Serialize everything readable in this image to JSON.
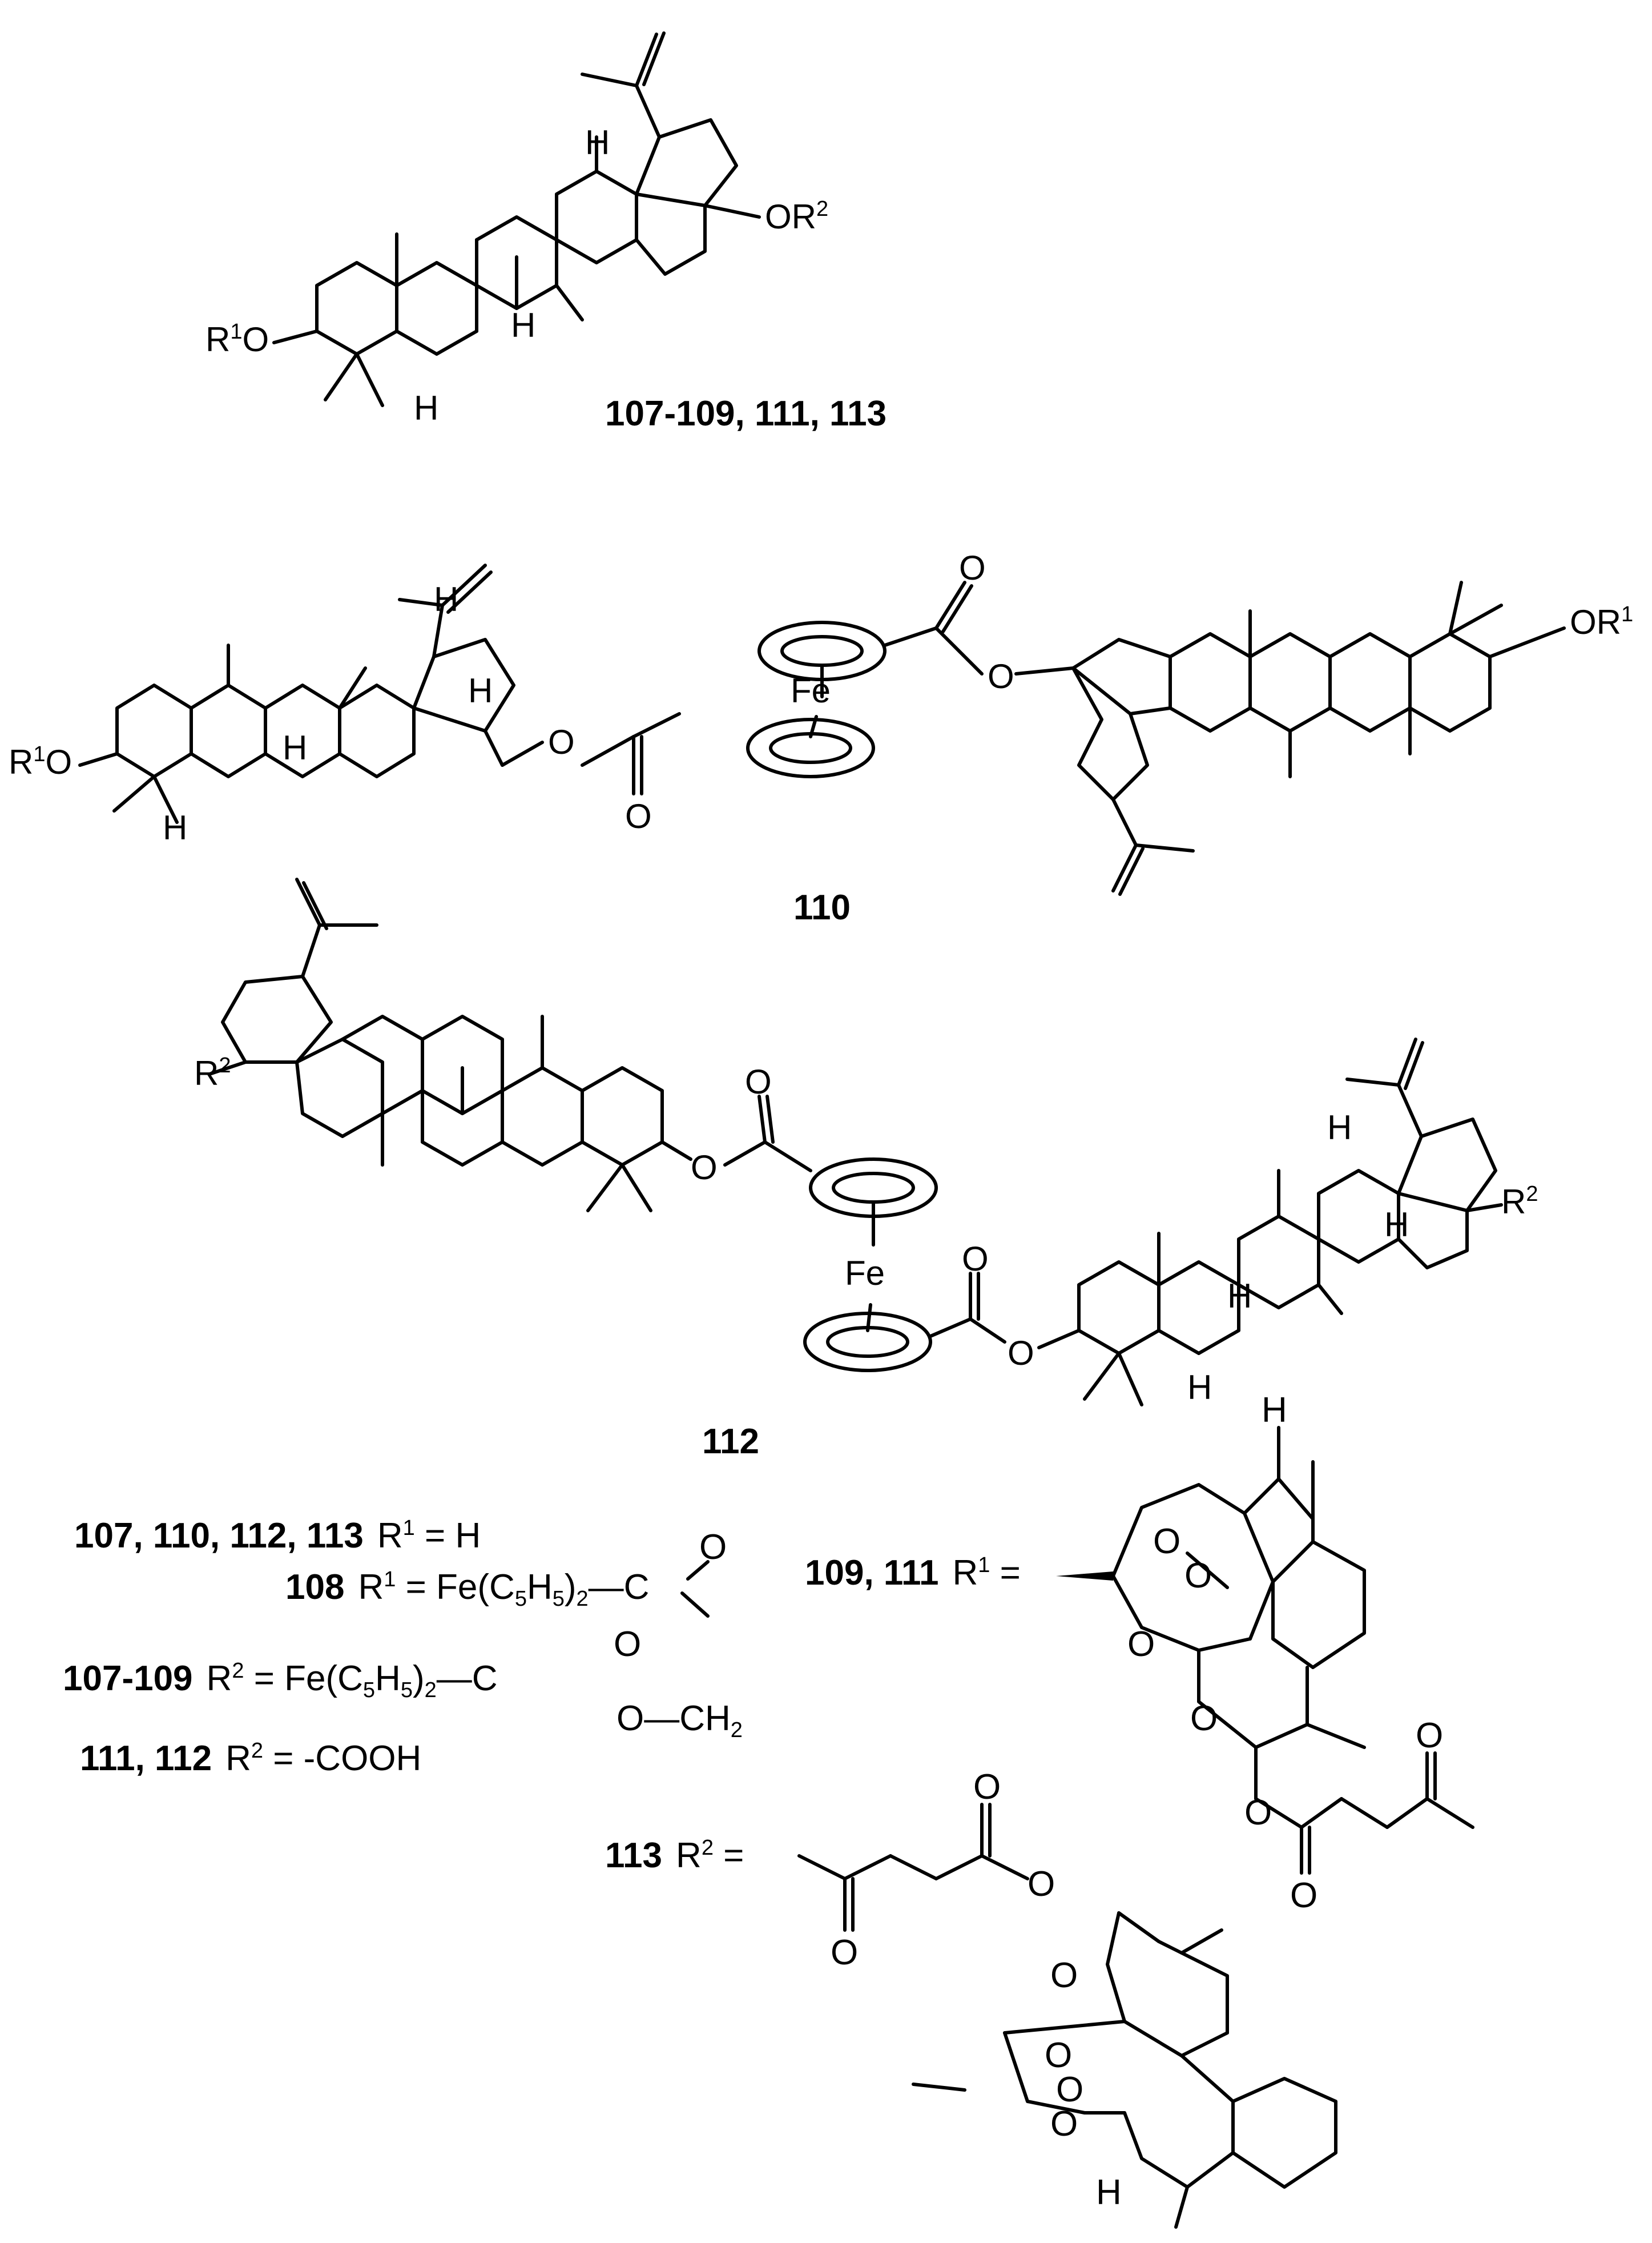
{
  "compounds": {
    "top": {
      "label": "107-109, 111, 113",
      "r1_atom": "R",
      "r1_sup": "1",
      "r1_o": "O",
      "r2_o": "O",
      "r2_atom": "R",
      "r2_sup": "2",
      "h_labels": [
        "H",
        "H",
        "H"
      ]
    },
    "c110": {
      "label": "110",
      "fe": "Fe",
      "left_r1": "R",
      "left_sup": "1",
      "left_o": "O",
      "right_o": "O",
      "right_r": "R",
      "right_sup": "1",
      "ester_o_left": "O",
      "ester_o_right": "O",
      "carbonyl_o_left": "O",
      "carbonyl_o_right": "O",
      "h_labels": [
        "H",
        "H",
        "H",
        "H"
      ]
    },
    "c112": {
      "label": "112",
      "fe": "Fe",
      "r2_left": "R",
      "r2_left_sup": "2",
      "r2_right": "R",
      "r2_right_sup": "2",
      "ester_o_left": "O",
      "ester_o_right": "O",
      "carbonyl_o_left": "O",
      "carbonyl_o_right": "O",
      "h_labels": [
        "H",
        "H",
        "H",
        "H"
      ]
    }
  },
  "substituents": {
    "line1": {
      "ids": "107, 110, 112, 113",
      "text": "R",
      "sup": "1",
      "rest": " = H"
    },
    "line2": {
      "ids": "108",
      "text": "R",
      "sup": "1",
      "rest": " =  Fe(C",
      "sub1": "5",
      "mid": "H",
      "sub2": "5",
      "end": ")",
      "sub3": "2",
      "tail": "—C",
      "o": "O"
    },
    "line3": {
      "ids": "107-109",
      "text": "R",
      "sup": "2",
      "rest": " = Fe(C",
      "sub1": "5",
      "mid": "H",
      "sub2": "5",
      "end": ")",
      "sub3": "2",
      "tail": "—C",
      "o1": "O",
      "o2": "O",
      "ch2": "—CH",
      "ch2_sub": "2"
    },
    "line4": {
      "ids": "111, 112",
      "text": "R",
      "sup": "2",
      "rest": " = -COOH"
    },
    "line5": {
      "ids": "109, 111",
      "text": "R",
      "sup": "1",
      "rest": " ="
    },
    "line6": {
      "ids": "113",
      "text": "R",
      "sup": "2",
      "rest": " ="
    }
  },
  "artemisinin_labels": {
    "o": "O",
    "h": "H"
  }
}
